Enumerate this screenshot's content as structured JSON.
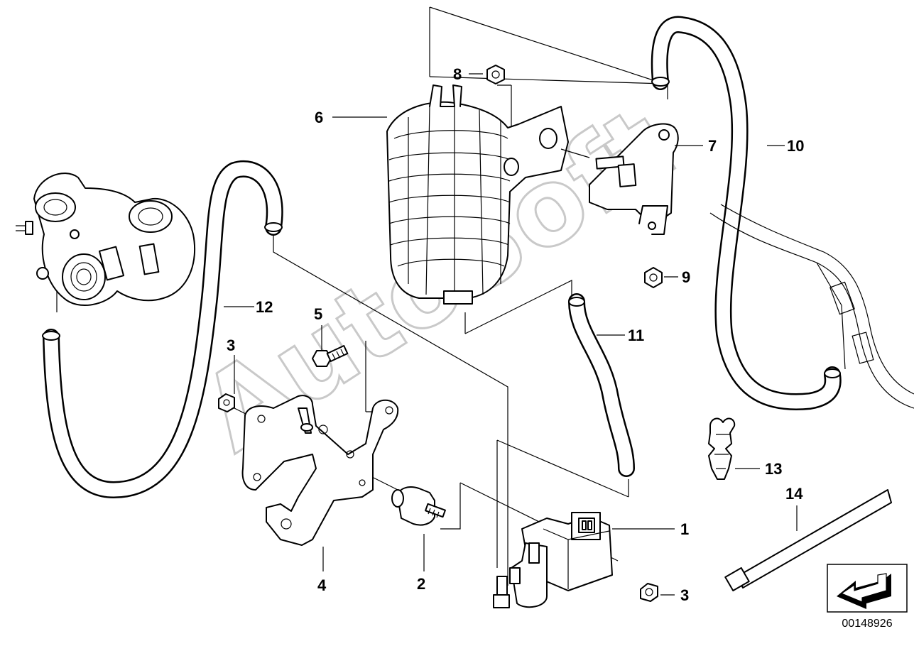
{
  "diagram": {
    "id": "00148926",
    "watermark": "AutoSoft",
    "callouts": {
      "c1": "1",
      "c2": "2",
      "c3a": "3",
      "c3b": "3",
      "c4": "4",
      "c5": "5",
      "c6": "6",
      "c7": "7",
      "c8": "8",
      "c9": "9",
      "c10": "10",
      "c11": "11",
      "c12": "12",
      "c13": "13",
      "c14": "14"
    }
  }
}
